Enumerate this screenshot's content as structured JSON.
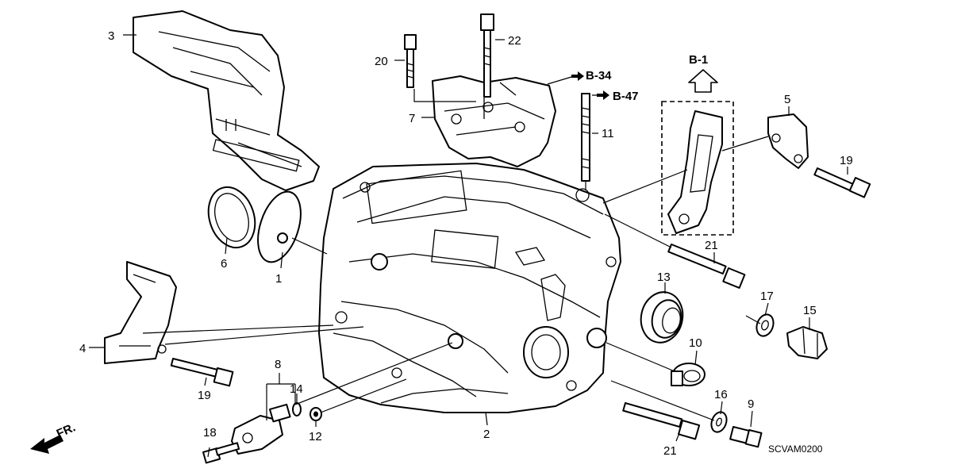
{
  "callouts": {
    "p1": "1",
    "p2": "2",
    "p3": "3",
    "p4": "4",
    "p5": "5",
    "p6": "6",
    "p7": "7",
    "p8": "8",
    "p9": "9",
    "p10": "10",
    "p11": "11",
    "p12": "12",
    "p13": "13",
    "p14": "14",
    "p15": "15",
    "p16": "16",
    "p17": "17",
    "p18": "18",
    "p19a": "19",
    "p19b": "19",
    "p20": "20",
    "p21a": "21",
    "p21b": "21",
    "p22": "22"
  },
  "references": {
    "b1": "B-1",
    "b34": "B-34",
    "b47": "B-47"
  },
  "front_indicator": "FR.",
  "diagram_code": "SCVAM0200",
  "colors": {
    "line": "#000000",
    "background": "#ffffff"
  }
}
